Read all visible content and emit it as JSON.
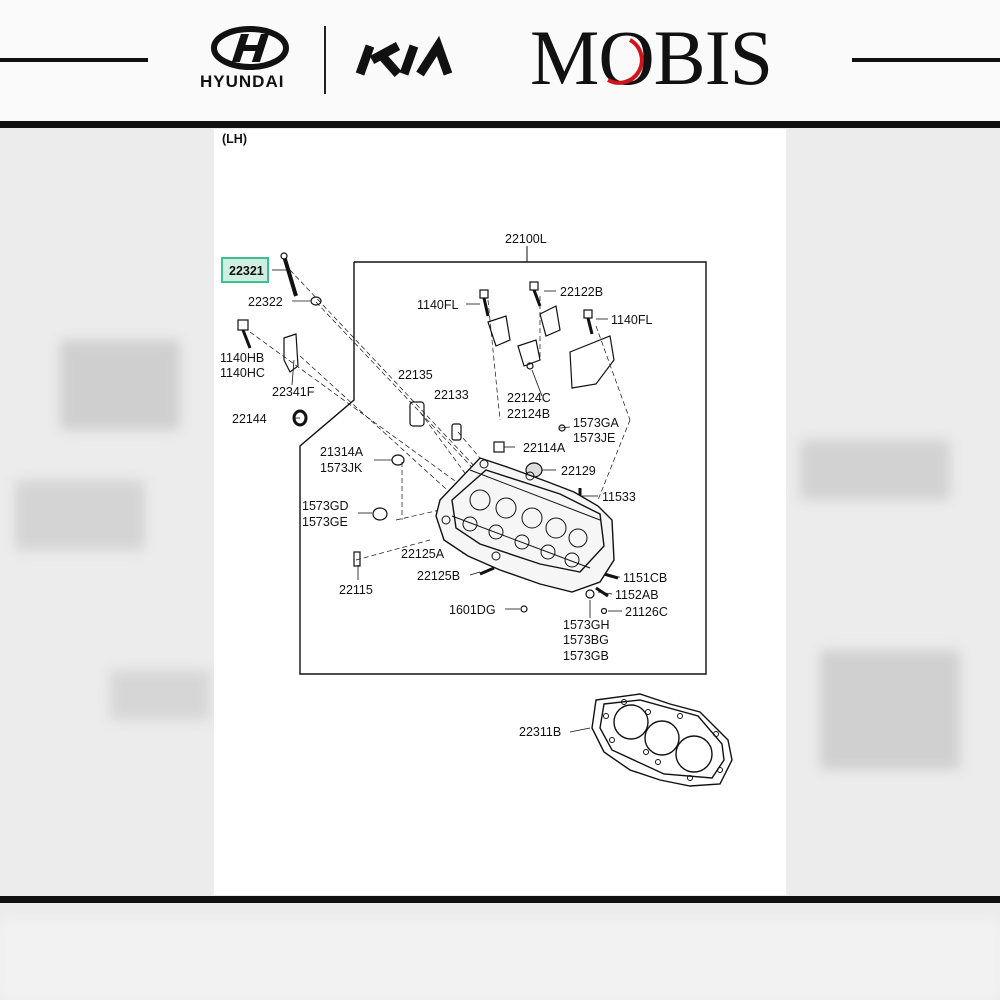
{
  "header": {
    "hyundai_wordmark": "HYUNDAI",
    "kia_wordmark": "KIA",
    "mobis_wordmark": "MOBIS"
  },
  "diagram": {
    "side": "(LH)",
    "assembly_part": "22100L",
    "highlighted_part": "22321",
    "parts": [
      "22322",
      "1140HB",
      "1140HC",
      "22341F",
      "22144",
      "1140FL",
      "22122B",
      "1140FL",
      "22135",
      "22133",
      "22124C",
      "22124B",
      "1573GA",
      "1573JE",
      "22114A",
      "21314A",
      "1573JK",
      "22129",
      "11533",
      "1573GD",
      "1573GE",
      "22125A",
      "22125B",
      "22115",
      "1151CB",
      "1152AB",
      "21126C",
      "1601DG",
      "1573GH",
      "1573BG",
      "1573GB",
      "22311B"
    ]
  },
  "colors": {
    "highlight": "#3fbf8f",
    "rules": "#111111"
  }
}
